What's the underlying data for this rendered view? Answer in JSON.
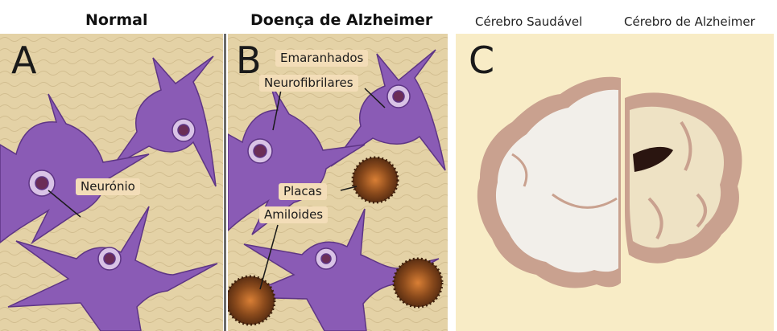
{
  "headers": {
    "normal": "Normal",
    "alzheimer": "Doença de Alzheimer",
    "healthy_brain": "Cérebro Saudável",
    "alzheimer_brain": "Cérebro de Alzheimer"
  },
  "panels": {
    "a": {
      "letter": "A",
      "labels": {
        "neuron": "Neurónio"
      }
    },
    "b": {
      "letter": "B",
      "labels": {
        "tangles_1": "Emaranhados",
        "tangles_2": "Neurofibrilares",
        "plaques_1": "Placas",
        "plaques_2": "Amiloides"
      }
    },
    "c": {
      "letter": "C"
    }
  },
  "colors": {
    "tissue": "#e4d2a6",
    "neuron": "#8a5bb5",
    "neuron_dark": "#6a3f96",
    "plaque": "#7a4a22",
    "brain_bg": "#f8ecc6",
    "white_matter": "#f2efea",
    "cortex": "#c9a18f"
  }
}
